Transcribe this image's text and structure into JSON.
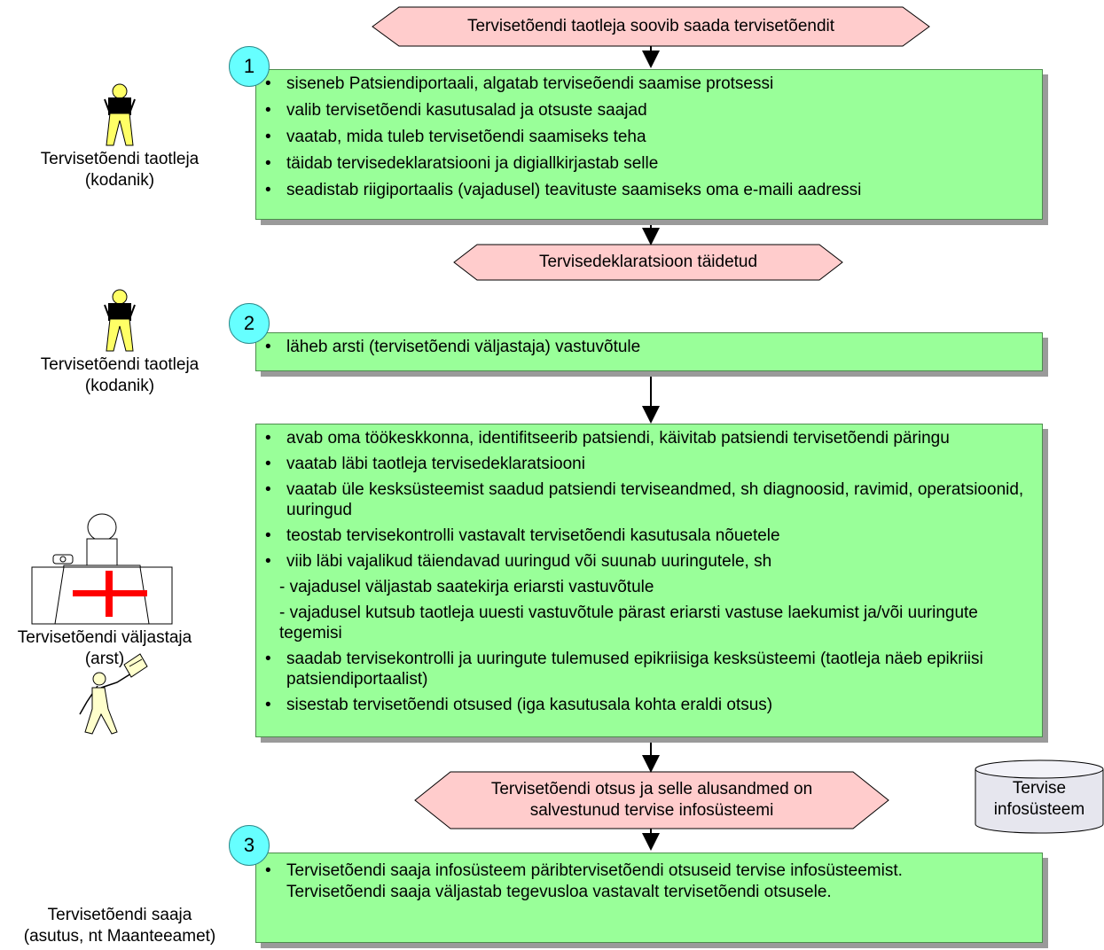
{
  "events": {
    "start": "Tervisetõendi taotleja soovib saada tervisetõendit",
    "declaration_done": "Tervisedeklaratsioon täidetud",
    "saved": "Tervisetõendi otsus ja selle alusandmed on salvestunud tervise infosüsteemi"
  },
  "steps": {
    "one": "1",
    "two": "2",
    "three": "3"
  },
  "actors": {
    "applicant_1": [
      "Tervisetõendi taotleja",
      "(kodanik)"
    ],
    "applicant_2": [
      "Tervisetõendi taotleja",
      "(kodanik)"
    ],
    "issuer": [
      "Tervisetõendi väljastaja",
      "(arst)"
    ],
    "receiver": [
      "Tervisetõendi saaja",
      "(asutus, nt Maanteeamet)"
    ]
  },
  "box1": [
    "siseneb Patsiendiportaali, algatab terviseõendi saamise protsessi",
    "valib tervisetõendi kasutusalad ja otsuste saajad",
    "vaatab, mida tuleb tervisetõendi saamiseks teha",
    "täidab tervisedeklaratsiooni ja digiallkirjastab selle",
    "seadistab riigiportaalis (vajadusel) teavituste saamiseks oma e-maili aadressi"
  ],
  "box2": [
    "läheb arsti (tervisetõendi väljastaja) vastuvõtule"
  ],
  "box_doctor": [
    "avab oma töökeskkonna, identifitseerib patsiendi, käivitab patsiendi tervisetõendi päringu",
    "vaatab läbi taotleja tervisedeklaratsiooni",
    "vaatab üle kesksüsteemist saadud patsiendi terviseandmed, sh diagnoosid, ravimid, operatsioonid, uuringud",
    "teostab tervisekontrolli vastavalt tervisetõendi kasutusala nõuetele",
    "viib läbi vajalikud täiendavad uuringud või suunab uuringutele, sh",
    "- vajadusel väljastab saatekirja eriarsti vastuvõtule",
    "- vajadusel kutsub taotleja uuesti vastuvõtule pärast eriarsti vastuse laekumist ja/või uuringute tegemisi",
    "saadab tervisekontrolli ja uuringute tulemused epikriisiga kesksüsteemi (taotleja näeb epikriisi patsiendiportaalist)",
    "sisestab tervisetõendi otsused (iga kasutusala kohta eraldi otsus)"
  ],
  "box3": "Tervisetõendi saaja infosüsteem päribtervisetõendi otsuseid tervise infosüsteemist. Tervisetõendi saaja väljastab tegevusloa vastavalt tervisetõendi otsusele.",
  "box3_lines": [
    "Tervisetõendi saaja infosüsteem päribtervisetõendi otsuseid tervise infosüsteemist.",
    "Tervisetõendi saaja väljastab tegevusloa vastavalt tervisetõendi otsusele."
  ],
  "database": {
    "line1": "Tervise",
    "line2": "infosüsteem"
  },
  "colors": {
    "event_fill": "#ffcccc",
    "process_fill": "#99ff99",
    "step_circle": "#66ffff",
    "actor_yellow": "#ffff66",
    "actor_pale": "#ffffcc",
    "red_cross": "#ff0000"
  }
}
